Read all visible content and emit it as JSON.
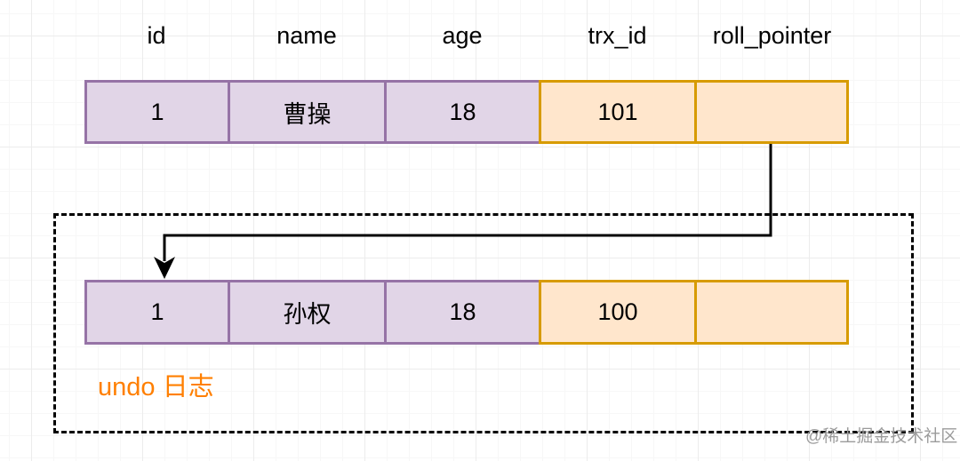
{
  "header": {
    "labels": [
      "id",
      "name",
      "age",
      "trx_id",
      "roll_pointer"
    ]
  },
  "rows": [
    {
      "name": "current-version-row",
      "cells": [
        {
          "column": "id",
          "value": "1",
          "style": "purple"
        },
        {
          "column": "name",
          "value": "曹操",
          "style": "purple"
        },
        {
          "column": "age",
          "value": "18",
          "style": "purple"
        },
        {
          "column": "trx_id",
          "value": "101",
          "style": "orange"
        },
        {
          "column": "roll_pointer",
          "value": "",
          "style": "orange"
        }
      ]
    },
    {
      "name": "undo-version-row",
      "cells": [
        {
          "column": "id",
          "value": "1",
          "style": "purple"
        },
        {
          "column": "name",
          "value": "孙权",
          "style": "purple"
        },
        {
          "column": "age",
          "value": "18",
          "style": "purple"
        },
        {
          "column": "trx_id",
          "value": "100",
          "style": "orange"
        },
        {
          "column": "roll_pointer",
          "value": "",
          "style": "orange"
        }
      ]
    }
  ],
  "undo_box": {
    "label": "undo 日志"
  },
  "watermark": "@稀土掘金技术社区",
  "colors": {
    "purple_fill": "#E1D5E7",
    "purple_border": "#9673A6",
    "orange_fill": "#FFE6CC",
    "orange_border": "#D79B00",
    "undo_label_text": "#FF7F00",
    "arrow": "#000000",
    "dashed_box_border": "#000000",
    "watermark_text": "#9B9B9B"
  }
}
